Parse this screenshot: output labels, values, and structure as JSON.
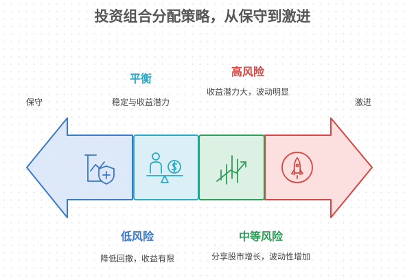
{
  "title": "投资组合分配策略，从保守到激进",
  "ends": {
    "left": "保守",
    "right": "激进"
  },
  "segments": [
    {
      "heading": "低风险",
      "description": "降低回撤，收益有限",
      "color": "#3a78c8",
      "fill": "#dde8f8"
    },
    {
      "heading": "平衡",
      "description": "稳定与收益潜力",
      "color": "#2aa8c4",
      "fill": "#dbf0f6"
    },
    {
      "heading": "中等风险",
      "description": "分享股市增长，波动性增加",
      "color": "#2f9e58",
      "fill": "#dcf0e3"
    },
    {
      "heading": "高风险",
      "description": "收益潜力大，波动明显",
      "color": "#d64541",
      "fill": "#fbe0df"
    }
  ],
  "icons": [
    "chart-shield-icon",
    "person-coin-scale-icon",
    "growth-bars-icon",
    "rocket-icon"
  ]
}
